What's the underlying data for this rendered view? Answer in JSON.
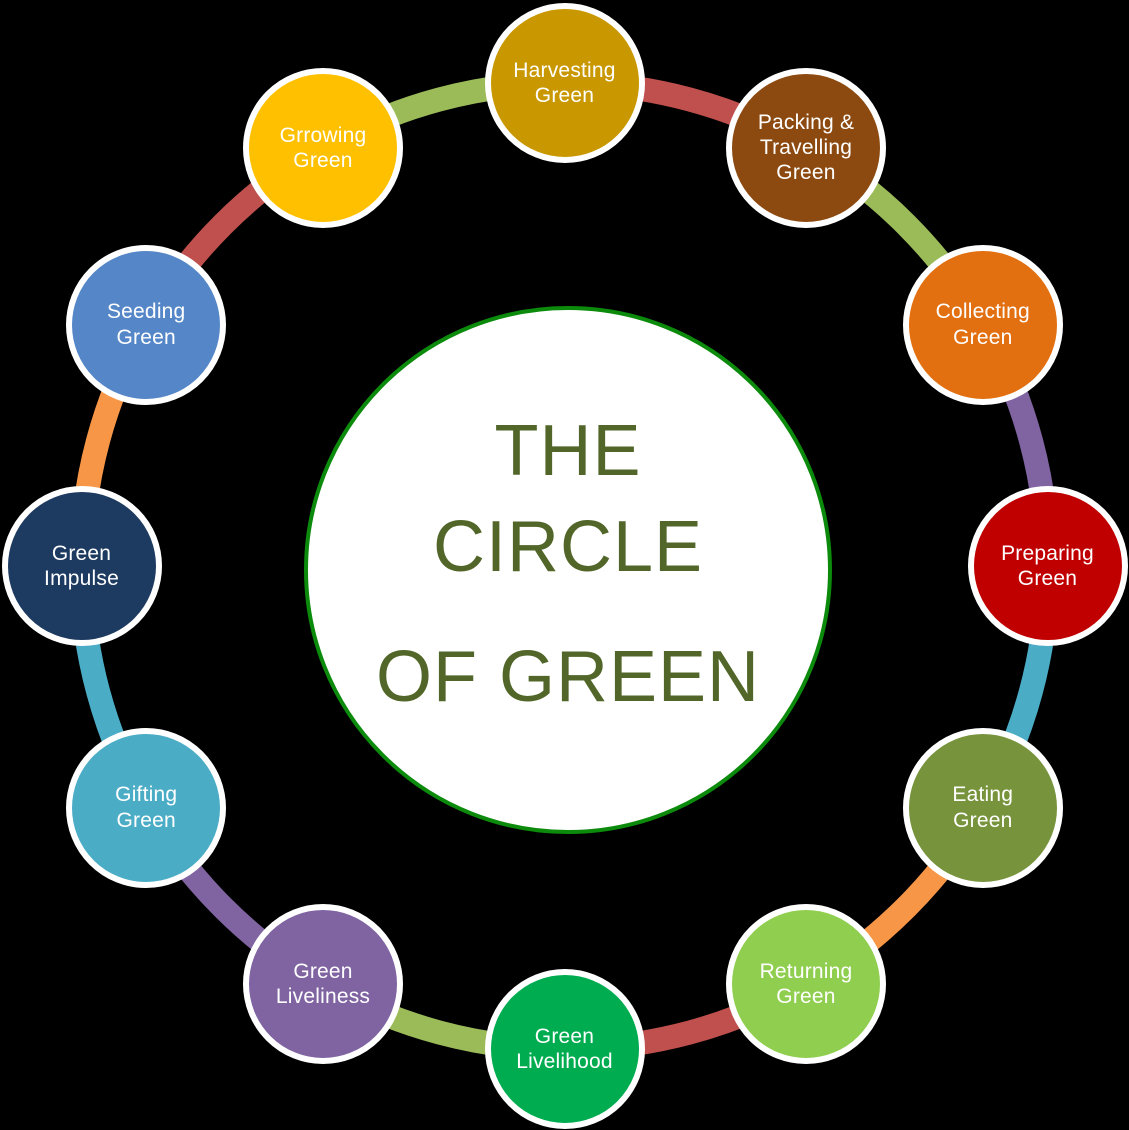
{
  "diagram": {
    "background_color": "#000000",
    "center_circle": {
      "fill": "#ffffff",
      "border_color": "#0b8a0b",
      "title_lines": [
        "THE",
        "CIRCLE",
        "OF GREEN"
      ],
      "title_color": "#516628"
    },
    "nodes": [
      {
        "id": "harvesting-green",
        "label_lines": [
          "Harvesting",
          "Green"
        ],
        "color": "#c99700",
        "text_color": "#ffffff"
      },
      {
        "id": "packing-travelling-green",
        "label_lines": [
          "Packing &",
          "Travelling",
          "Green"
        ],
        "color": "#8c4a10",
        "text_color": "#ffffff"
      },
      {
        "id": "collecting-green",
        "label_lines": [
          "Collecting",
          "Green"
        ],
        "color": "#e26f10",
        "text_color": "#ffffff"
      },
      {
        "id": "preparing-green",
        "label_lines": [
          "Preparing",
          "Green"
        ],
        "color": "#c00000",
        "text_color": "#ffffff"
      },
      {
        "id": "eating-green",
        "label_lines": [
          "Eating",
          "Green"
        ],
        "color": "#77933c",
        "text_color": "#ffffff"
      },
      {
        "id": "returning-green",
        "label_lines": [
          "Returning",
          "Green"
        ],
        "color": "#8fce4e",
        "text_color": "#ffffff"
      },
      {
        "id": "green-livelihood",
        "label_lines": [
          "Green",
          "Livelihood"
        ],
        "color": "#00ac50",
        "text_color": "#ffffff"
      },
      {
        "id": "green-liveliness",
        "label_lines": [
          "Green",
          "Liveliness"
        ],
        "color": "#8064a2",
        "text_color": "#ffffff"
      },
      {
        "id": "gifting-green",
        "label_lines": [
          "Gifting",
          "Green"
        ],
        "color": "#4bacc6",
        "text_color": "#ffffff"
      },
      {
        "id": "green-impulse",
        "label_lines": [
          "Green",
          "Impulse"
        ],
        "color": "#1d3a60",
        "text_color": "#ffffff"
      },
      {
        "id": "seeding-green",
        "label_lines": [
          "Seeding",
          "Green"
        ],
        "color": "#5587c8",
        "text_color": "#ffffff"
      },
      {
        "id": "grrowing-green",
        "label_lines": [
          "Grrowing",
          "Green"
        ],
        "color": "#ffc000",
        "text_color": "#ffffff"
      }
    ],
    "connector_colors": [
      "#c0504d",
      "#9bbb59",
      "#8064a2",
      "#4bacc6",
      "#f79646",
      "#c0504d",
      "#9bbb59",
      "#8064a2",
      "#4bacc6",
      "#f79646",
      "#c0504d",
      "#9bbb59"
    ]
  }
}
